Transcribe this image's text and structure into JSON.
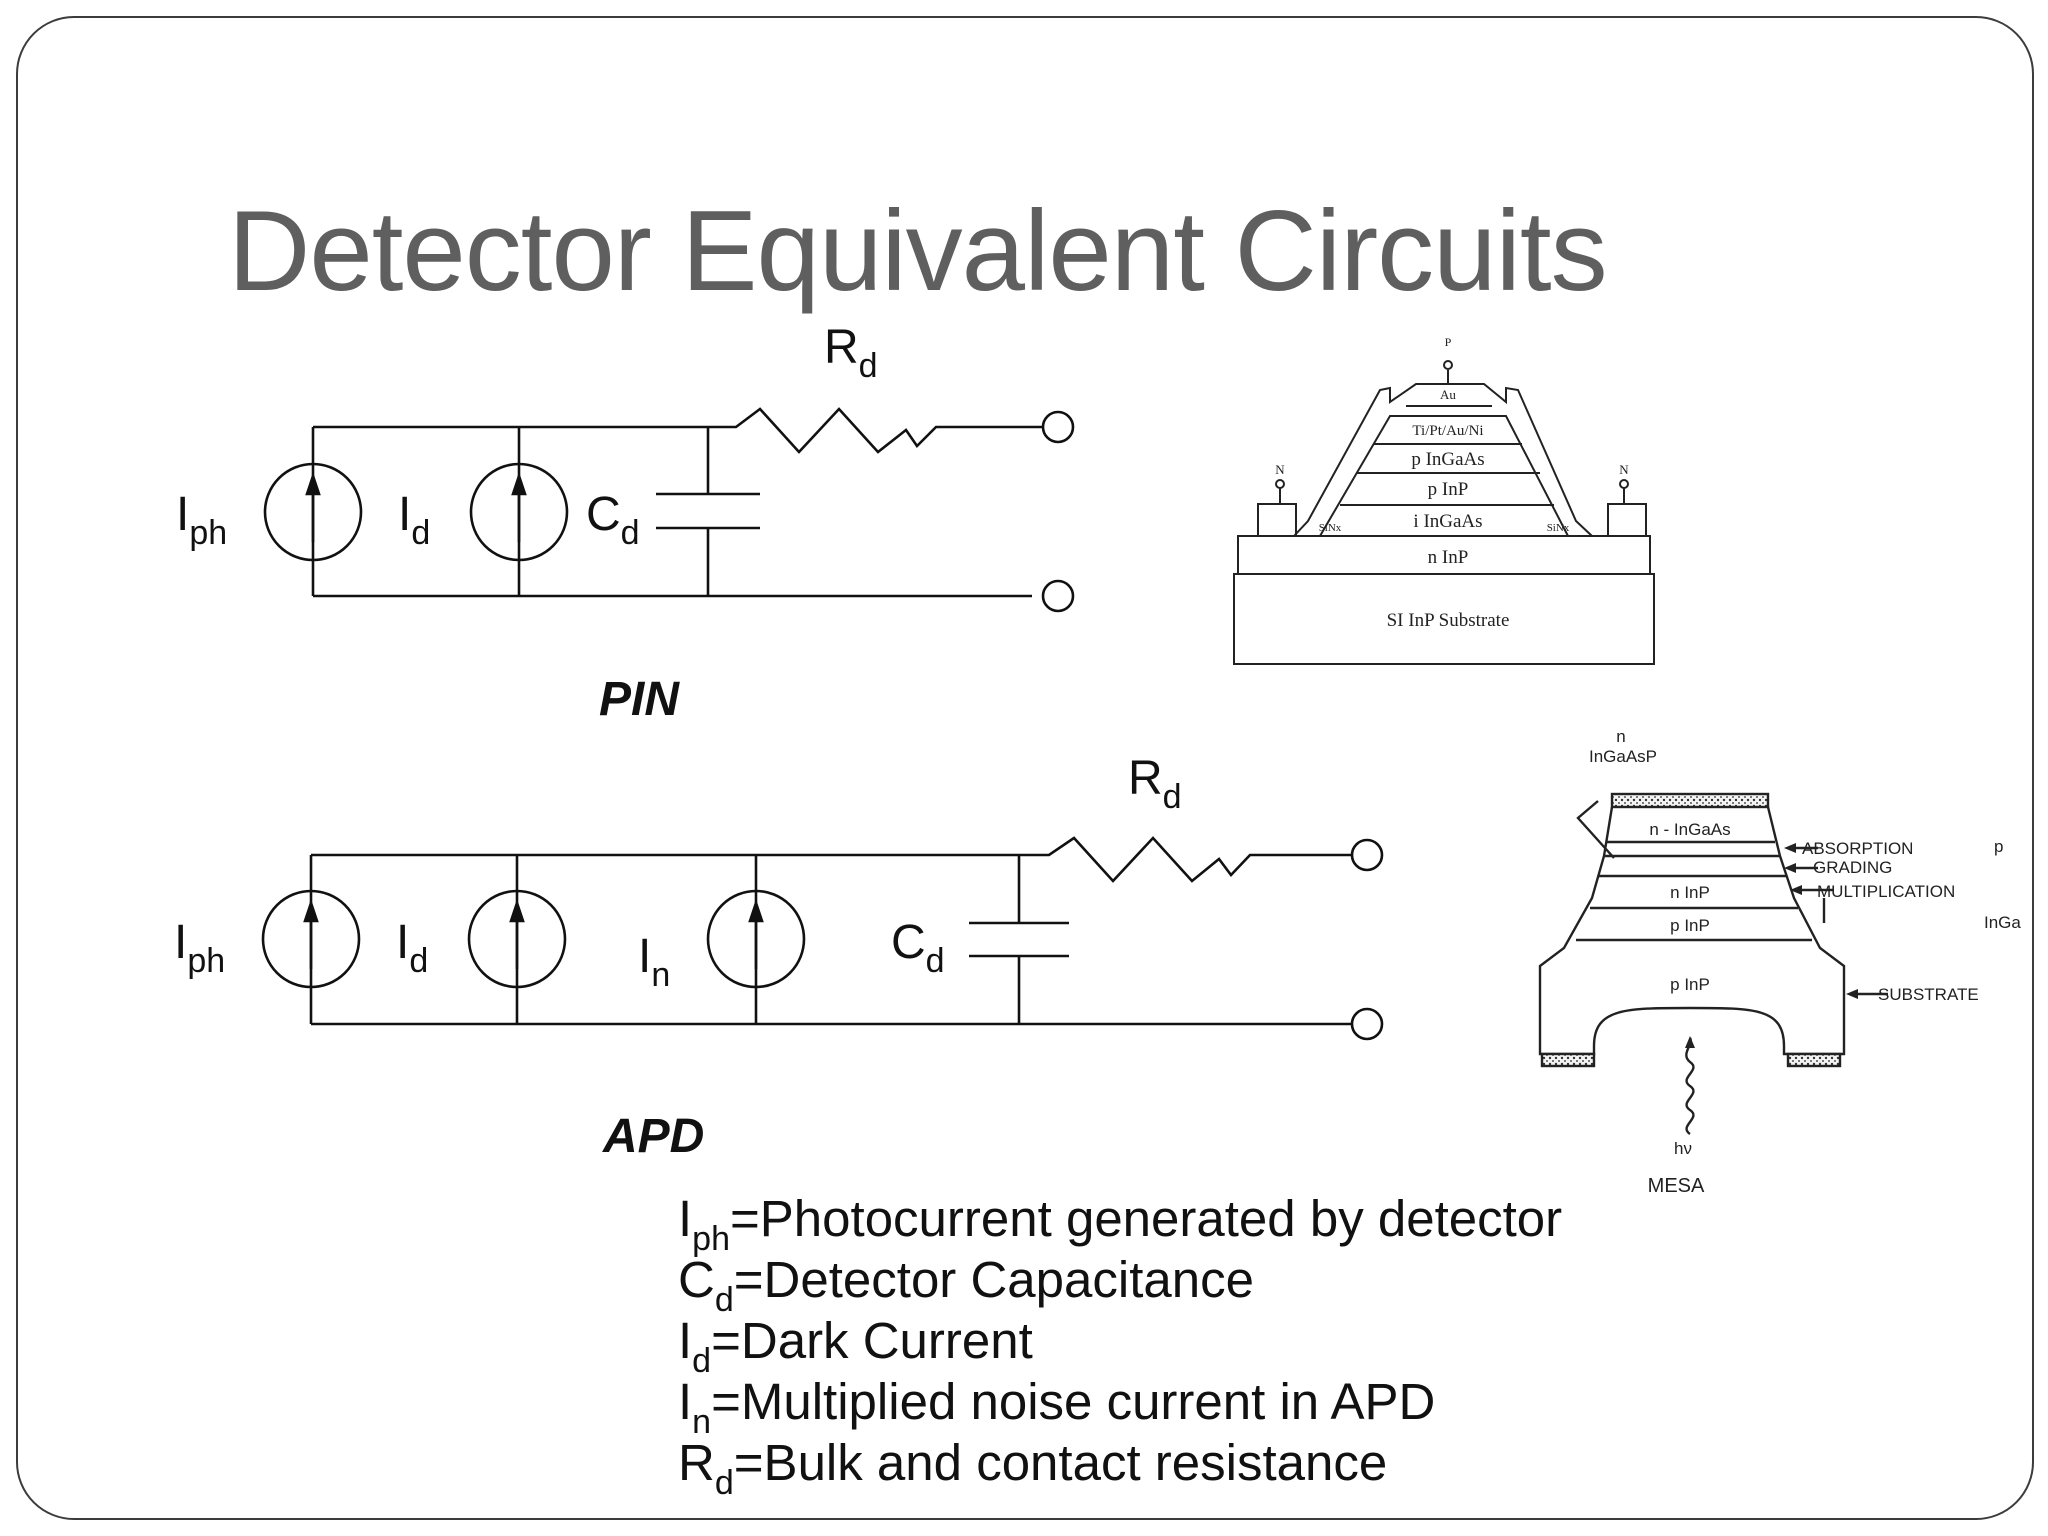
{
  "slide": {
    "title": "Detector Equivalent Circuits"
  },
  "pin_circuit": {
    "caption": "PIN",
    "label_iph": {
      "main": "I",
      "sub": "ph"
    },
    "label_id": {
      "main": "I",
      "sub": "d"
    },
    "label_cd": {
      "main": "C",
      "sub": "d"
    },
    "label_rd": {
      "main": "R",
      "sub": "d"
    }
  },
  "apd_circuit": {
    "caption": "APD",
    "label_iph": {
      "main": "I",
      "sub": "ph"
    },
    "label_id": {
      "main": "I",
      "sub": "d"
    },
    "label_in": {
      "main": "I",
      "sub": "n"
    },
    "label_cd": {
      "main": "C",
      "sub": "d"
    },
    "label_rd": {
      "main": "R",
      "sub": "d"
    }
  },
  "pin_structure": {
    "top_contact": "P",
    "metal_cap": "Au",
    "metal_stack": "Ti/Pt/Au/Ni",
    "layers": [
      "p InGaAs",
      "p InP",
      "i InGaAs",
      "n InP",
      "SI InP Substrate"
    ],
    "side_contact_left": "N",
    "side_contact_right": "N",
    "passivation_left": "SiNx",
    "passivation_right": "SiNx"
  },
  "apd_structure": {
    "top_label_line1": "n",
    "top_label_line2": "InGaAsP",
    "layers": [
      "n - InGaAs",
      "n InP",
      "p InP",
      "p InP"
    ],
    "annotations": [
      "ABSORPTION",
      "GRADING",
      "MULTIPLICATION",
      "SUBSTRATE"
    ],
    "cut_label_1": "p",
    "cut_label_2": "InGa",
    "light_label": "hν",
    "caption": "MESA"
  },
  "legend": [
    {
      "sym": "I",
      "sub": "ph",
      "text": "=Photocurrent generated by detector"
    },
    {
      "sym": "C",
      "sub": "d",
      "text": "=Detector Capacitance"
    },
    {
      "sym": "I",
      "sub": "d",
      "text": "=Dark Current"
    },
    {
      "sym": "I",
      "sub": "n",
      "text": "=Multiplied noise current in APD"
    },
    {
      "sym": "R",
      "sub": "d",
      "text": "=Bulk and contact resistance"
    }
  ]
}
